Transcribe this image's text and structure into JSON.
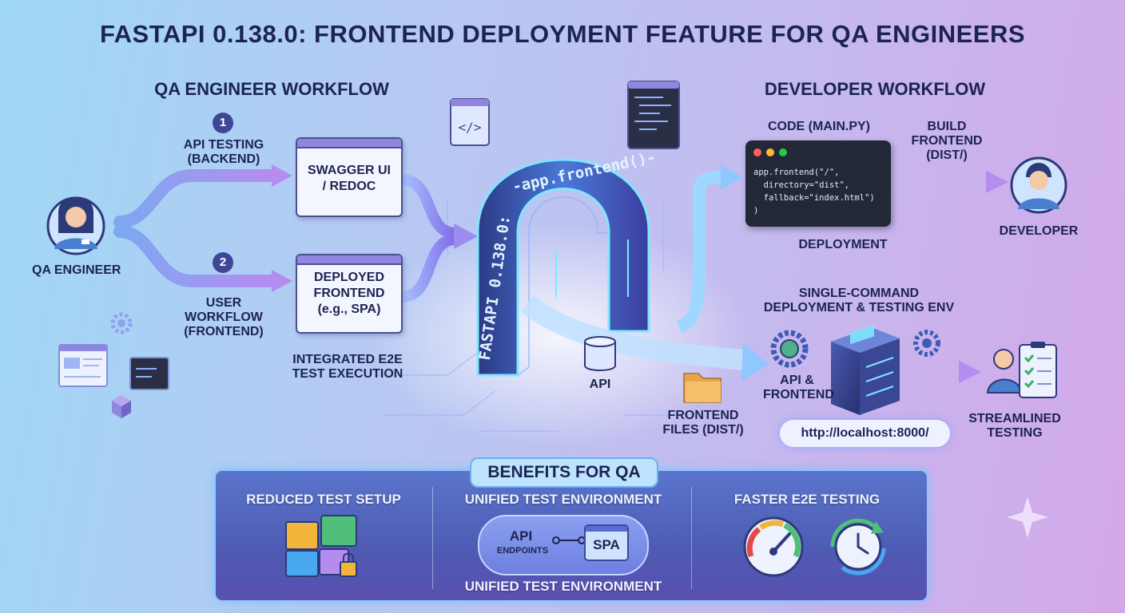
{
  "title": "FASTAPI 0.138.0: FRONTEND DEPLOYMENT FEATURE FOR QA ENGINEERS",
  "qa_workflow": {
    "heading": "QA ENGINEER WORKFLOW",
    "actor": "QA ENGINEER",
    "step1": {
      "number": "1",
      "label_line1": "API TESTING",
      "label_line2": "(BACKEND)"
    },
    "step2": {
      "number": "2",
      "label_line1": "USER",
      "label_line2": "WORKFLOW",
      "label_line3": "(FRONTEND)"
    },
    "swagger_box": {
      "line1": "SWAGGER UI",
      "line2": "/ REDOC"
    },
    "frontend_box": {
      "line1": "DEPLOYED",
      "line2": "FRONTEND",
      "line3": "(e.g., SPA)"
    },
    "e2e_line1": "INTEGRATED E2E",
    "e2e_line2": "TEST EXECUTION"
  },
  "arch": {
    "vertical_text": "FASTAPI 0.138.0:",
    "curved_text": "-app.frontend()-",
    "api_label": "API",
    "files_line1": "FRONTEND",
    "files_line2": "FILES (DIST/)"
  },
  "developer_workflow": {
    "heading": "DEVELOPER WORKFLOW",
    "code_title": "CODE (MAIN.PY)",
    "code_lines": [
      "app.frontend(\"/\",",
      "  directory=\"dist\",",
      "  fallback=\"index.html\")",
      ")"
    ],
    "build_line1": "BUILD",
    "build_line2": "FRONTEND",
    "build_line3": "(DIST/)",
    "actor": "DEVELOPER",
    "deployment": "DEPLOYMENT"
  },
  "deploy_env": {
    "title_line1": "SINGLE-COMMAND",
    "title_line2": "DEPLOYMENT & TESTING ENV",
    "label_line1": "API &",
    "label_line2": "FRONTEND",
    "url": "http://localhost:8000/",
    "result_line1": "STREAMLINED",
    "result_line2": "TESTING"
  },
  "benefits": {
    "title": "BENEFITS FOR QA",
    "items": [
      {
        "label": "REDUCED TEST SETUP"
      },
      {
        "label": "UNIFIED TEST ENVIRONMENT",
        "api": "API",
        "endpoints": "ENDPOINTS",
        "spa": "SPA",
        "caption": "UNIFIED TEST ENVIRONMENT"
      },
      {
        "label": "FASTER E2E TESTING"
      }
    ]
  },
  "colors": {
    "text_dark": "#1c2450",
    "arrow_purple": "#a98cf0",
    "arrow_blue": "#8fc7ff",
    "arch_dark": "#2d3a7a",
    "panel_blue": "#4d5bb3",
    "accent_cyan": "#7fe6ff"
  }
}
